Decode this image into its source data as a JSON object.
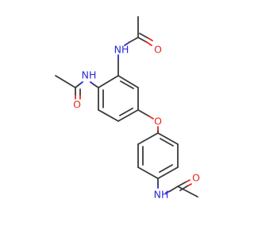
{
  "molecule": {
    "atoms": {
      "n_top": "NH",
      "o_top": "O",
      "n_left": "NH",
      "o_left": "O",
      "o_ether": "O",
      "n_bottom": "NH",
      "o_bottom": "O"
    }
  },
  "colors": {
    "bond": "#3a3a3a",
    "oxygen": "#e8281f",
    "nitrogen": "#2a2ad8",
    "background": "#ffffff"
  }
}
